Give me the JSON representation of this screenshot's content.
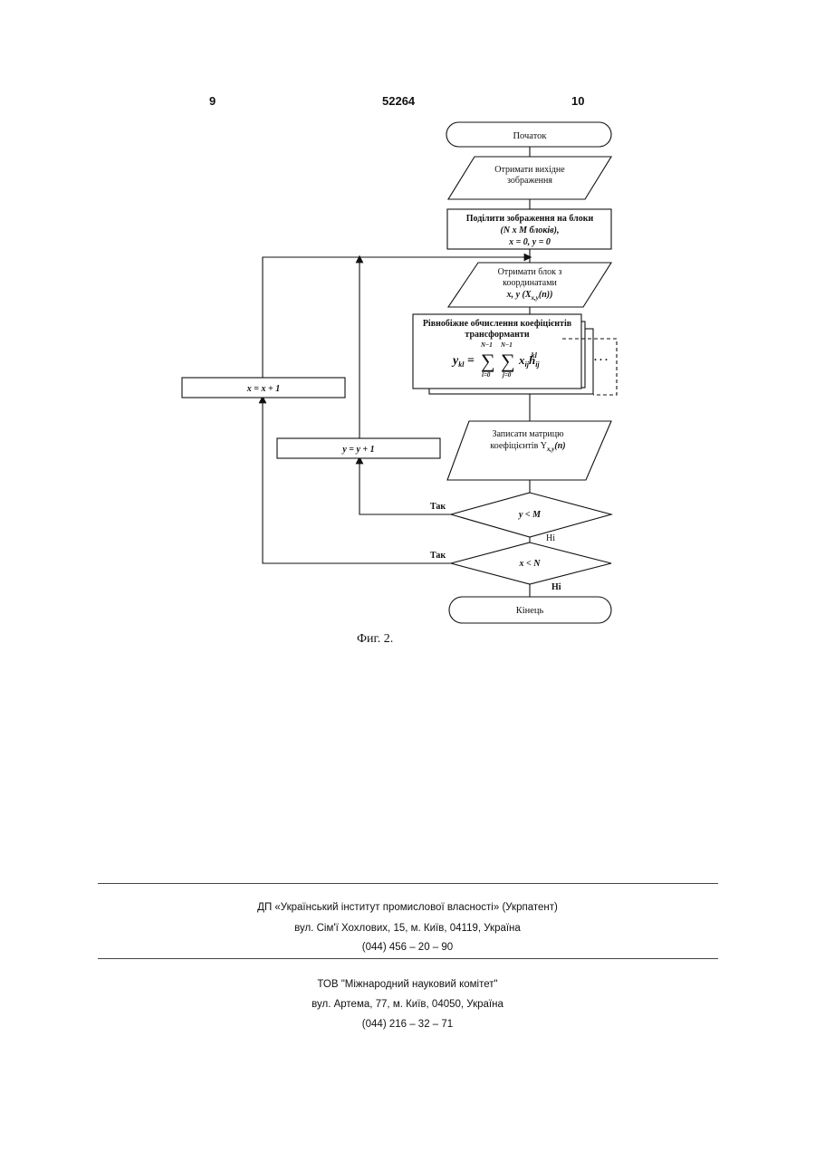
{
  "header": {
    "left_page": "9",
    "patent_number": "52264",
    "right_page": "10"
  },
  "flowchart": {
    "start": "Початок",
    "get_image": [
      "Отримати вихідне",
      "зображення"
    ],
    "divide": [
      "Поділити зображення на блоки",
      "(N x M блоків),",
      "x = 0, y = 0"
    ],
    "get_block": [
      "Отримати блок з",
      "координатами",
      "x, y (X",
      "x,y",
      "(n))"
    ],
    "parallel": [
      "Рівнобіжне обчислення коефіцієнтів",
      "трансформанти"
    ],
    "formula": {
      "lhs": "y",
      "lhs_sub": "kl",
      "sum_top": "N−1",
      "i_low": "i=0",
      "j_low": "j=0",
      "term": "x",
      "term_sub": "ij",
      "h": "h",
      "h_sub": "ij",
      "h_sup": "kl"
    },
    "ellipsis": ". . .",
    "write_matrix": [
      "Записати матрицю",
      "коефіцієнтів Y",
      "x,y",
      "(n)"
    ],
    "cond_y": "y < M",
    "cond_x": "x < N",
    "yes": "Так",
    "no_y": "Ні",
    "no_x": "Ні",
    "inc_y": "y = y + 1",
    "inc_x": "x = x + 1",
    "end": "Кінець"
  },
  "caption": "Фиг. 2.",
  "footer": {
    "org1": {
      "name": "ДП «Український інститут промислової власності» (Укрпатент)",
      "address": "вул. Сім'ї Хохлових, 15, м. Київ, 04119, Україна",
      "phone": "(044) 456 – 20 – 90"
    },
    "org2": {
      "name": "ТОВ \"Міжнародний науковий комітет\"",
      "address": "вул. Артема, 77, м. Київ, 04050, Україна",
      "phone": "(044) 216 – 32 – 71"
    }
  }
}
